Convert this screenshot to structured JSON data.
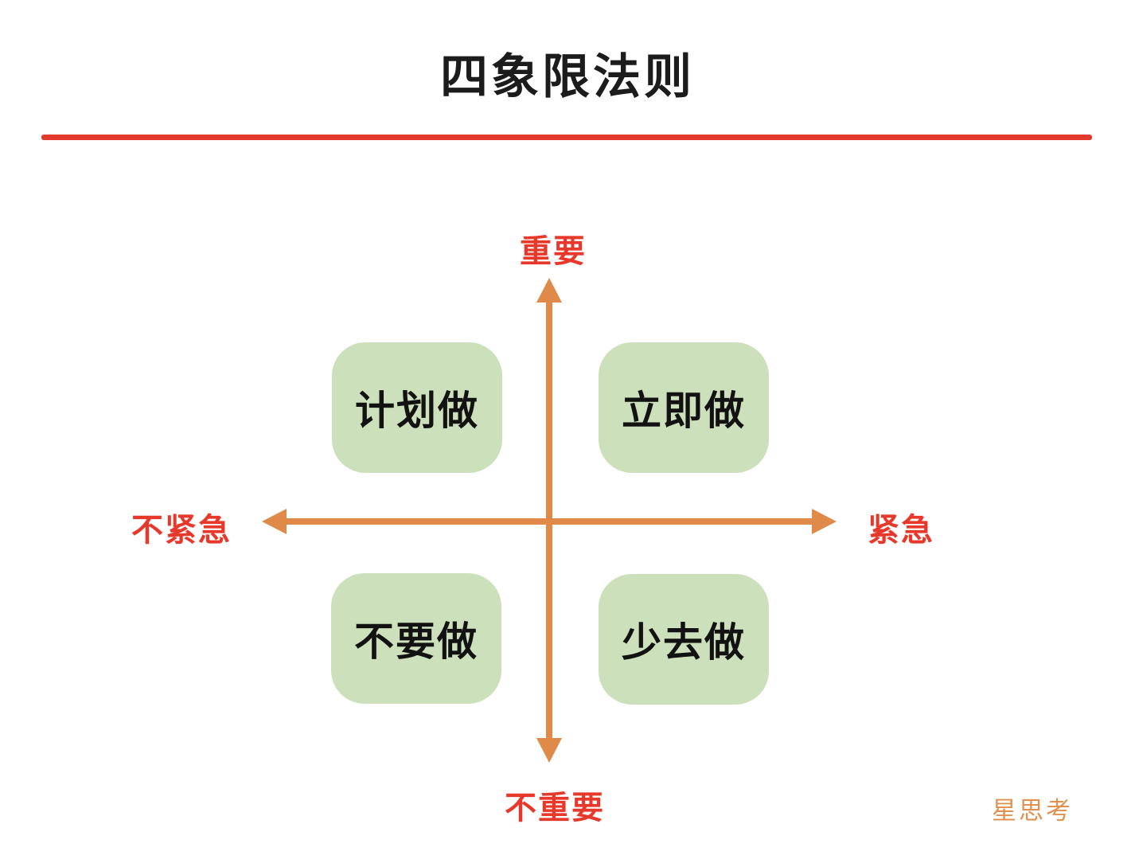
{
  "title": "四象限法则",
  "axes": {
    "top_label": "重要",
    "bottom_label": "不重要",
    "left_label": "不紧急",
    "right_label": "紧急"
  },
  "quadrants": [
    {
      "position": "top-left",
      "label": "计划做"
    },
    {
      "position": "top-right",
      "label": "立即做"
    },
    {
      "position": "bottom-left",
      "label": "不要做"
    },
    {
      "position": "bottom-right",
      "label": "少去做"
    }
  ],
  "watermark": "星思考",
  "colors": {
    "title_text": "#1c1c1c",
    "divider_red": "#e23a2c",
    "axis_label_red": "#e6392b",
    "axis_orange": "#e08a4a",
    "quadrant_green": "#cce0bb",
    "quadrant_text": "#121212",
    "watermark_orange": "#e0904f"
  }
}
